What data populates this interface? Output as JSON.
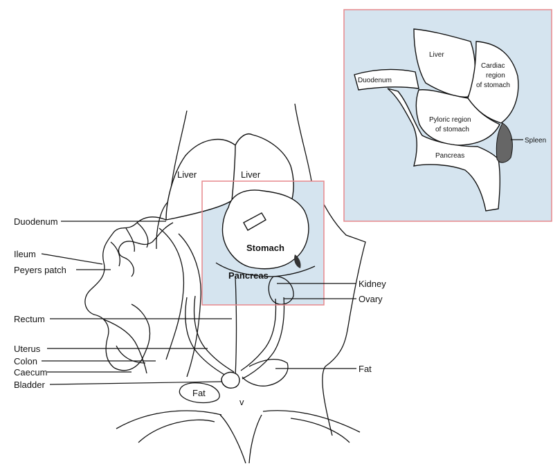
{
  "figure": {
    "highlight_color": "#d5e4ef",
    "frame_color": "#e7878c",
    "main_labels": {
      "liver_left": "Liver",
      "liver_right": "Liver",
      "stomach": "Stomach",
      "pancreas": "Pancreas",
      "fat_bottom": "Fat",
      "duodenum": "Duodenum",
      "ileum": "Ileum",
      "peyers_patch": "Peyers patch",
      "rectum": "Rectum",
      "uterus": "Uterus",
      "colon": "Colon",
      "caecum": "Caecum",
      "bladder": "Bladder",
      "kidney": "Kidney",
      "ovary": "Ovary",
      "fat_right": "Fat",
      "v_mark": "v"
    },
    "inset_labels": {
      "liver": "Liver",
      "duodenum": "Duodenum",
      "cardiac_1": "Cardiac",
      "cardiac_2": "region",
      "cardiac_3": "of stomach",
      "pyloric_1": "Pyloric region",
      "pyloric_2": "of stomach",
      "pancreas": "Pancreas",
      "spleen": "Spleen"
    }
  }
}
